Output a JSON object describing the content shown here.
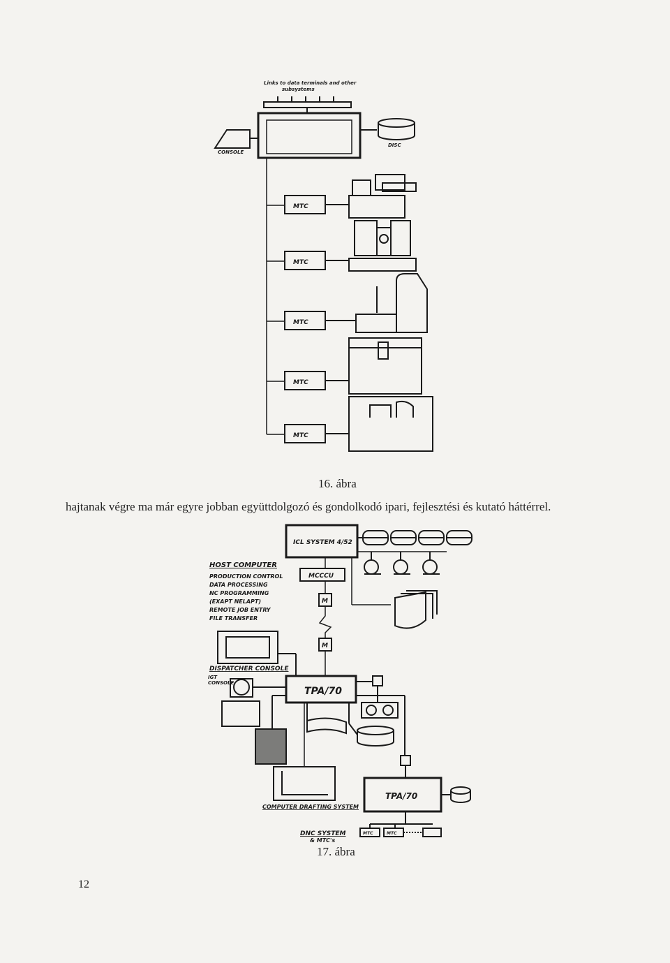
{
  "figure16": {
    "links_label_line1": "Links to data terminals and other",
    "links_label_line2": "subsystems",
    "console_label": "CONSOLE",
    "disc_label": "DISC",
    "mtc_labels": [
      "MTC",
      "MTC",
      "MTC",
      "MTC",
      "MTC"
    ],
    "caption": "16. ábra"
  },
  "body_text": "hajtanak végre ma már egyre jobban együttdolgozó és gondolkodó ipari, fejlesztési és kutató háttérrel.",
  "figure17": {
    "icl_label": "ICL SYSTEM 4/52",
    "host_title": "HOST COMPUTER",
    "host_lines": [
      "PRODUCTION CONTROL",
      "DATA PROCESSING",
      "NC PROGRAMMING",
      "(EXAPT NELAPT)",
      "REMOTE JOB ENTRY",
      "FILE TRANSFER"
    ],
    "mcccu_label": "MCCCU",
    "modem_labels": [
      "M",
      "M"
    ],
    "dispatcher_label": "DISPATCHER CONSOLE",
    "igt_label_line1": "IGT",
    "igt_label_line2": "CONSOLE",
    "tpa70_label": "TPA/70",
    "tpa70_lower_label": "TPA/70",
    "drafting_label": "COMPUTER DRAFTING SYSTEM",
    "dnc_label_line1": "DNC SYSTEM",
    "dnc_label_line2": "& MTC's",
    "mtc_small_labels": [
      "MTC",
      "MTC"
    ],
    "caption": "17. ábra"
  },
  "page_number": "12"
}
